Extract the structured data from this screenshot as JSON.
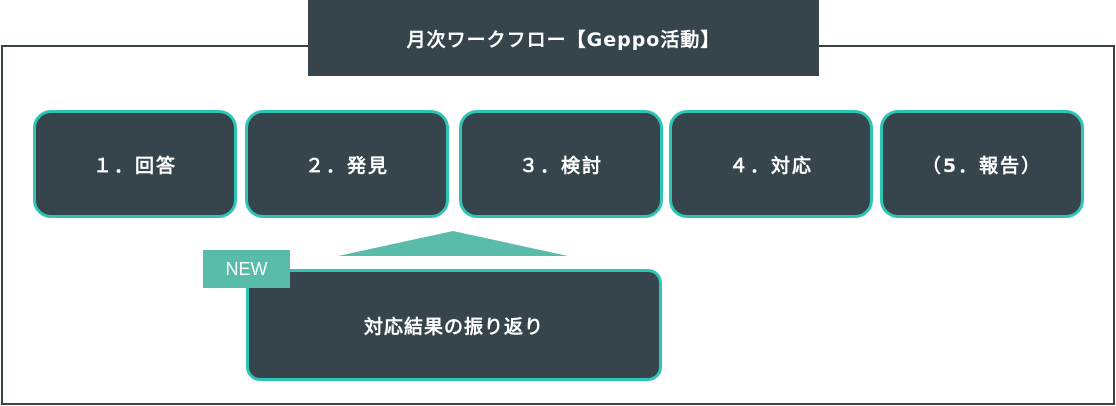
{
  "title": "月次ワークフロー【Geppo活動】",
  "steps": [
    {
      "label": "１．回答"
    },
    {
      "label": "２．発見"
    },
    {
      "label": "３．検討"
    },
    {
      "label": "４．対応"
    },
    {
      "label": "（5．報告）"
    }
  ],
  "new_badge": "NEW",
  "result": "対応結果の振り返り",
  "colors": {
    "box_fill": "#36454b",
    "box_border": "#2ec4b6",
    "accent": "#59bba9",
    "frame_border": "#3a4347"
  }
}
